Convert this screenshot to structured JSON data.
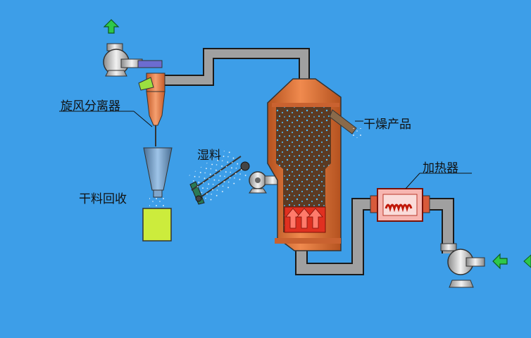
{
  "labels": {
    "cyclone_separator": "旋风分离器",
    "wet_material": "湿料",
    "dry_material_recovery": "干料回收",
    "dried_product": "干燥产品",
    "heater": "加热器"
  },
  "colors": {
    "background": "#3d9ee8",
    "duct": "#a0a0a0",
    "duct_outline": "#1a1a1a",
    "vessel_shell": "#d8703a",
    "vessel_interior": "#5c3a22",
    "particles": "#4ec2ff",
    "hot_zone": "#e03020",
    "heater_body": "#f7b5b0",
    "collector_bin": "#ccec3c",
    "arrow_green": "#2ec84a"
  },
  "icons": [
    "fan-icon",
    "exhaust-arrow-icon",
    "inlet-arrow-icon",
    "heating-coil-icon"
  ]
}
